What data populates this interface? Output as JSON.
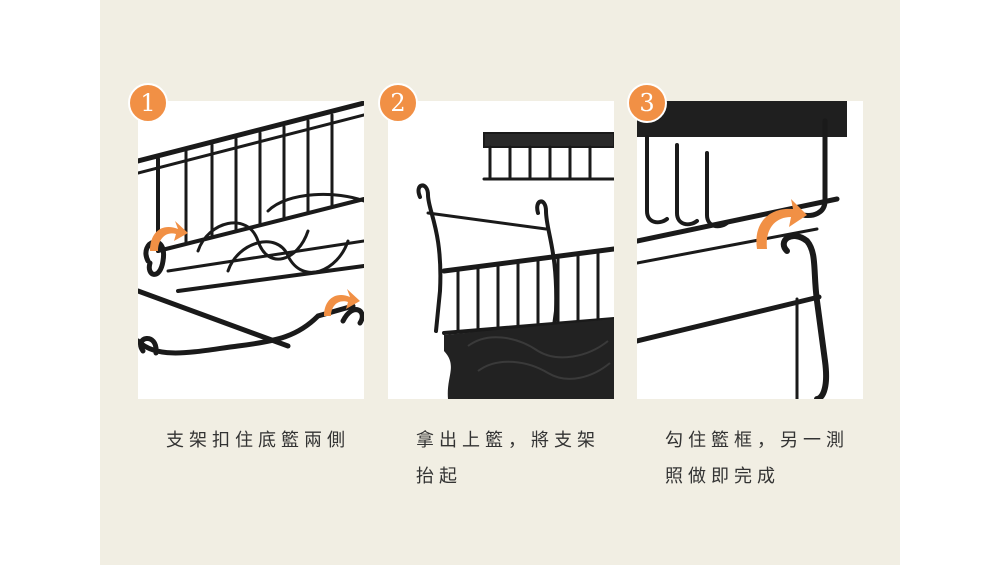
{
  "steps": [
    {
      "number": "1",
      "caption": "支架扣住底籃兩側"
    },
    {
      "number": "2",
      "caption": "拿出上籃，將支架抬起"
    },
    {
      "number": "3",
      "caption": "勾住籃框，另一測照做即完成"
    }
  ],
  "colors": {
    "panel": "#f1eee3",
    "badge": "#f19045",
    "arrow": "#f19045",
    "wire": "#1a1a1a",
    "text": "#333333"
  },
  "icons": [
    "rack-photo",
    "orange-curved-arrow-icon"
  ]
}
